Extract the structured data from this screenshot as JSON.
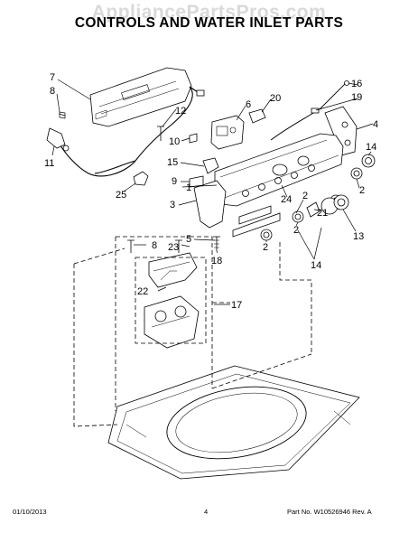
{
  "watermark": "AppliancePartsPros.com",
  "title": "CONTROLS AND WATER INLET PARTS",
  "callouts": [
    {
      "id": "c7",
      "label": "7"
    },
    {
      "id": "c8a",
      "label": "8"
    },
    {
      "id": "c12",
      "label": "12"
    },
    {
      "id": "c11",
      "label": "11"
    },
    {
      "id": "c25",
      "label": "25"
    },
    {
      "id": "c10",
      "label": "10"
    },
    {
      "id": "c6",
      "label": "6"
    },
    {
      "id": "c20",
      "label": "20"
    },
    {
      "id": "c16",
      "label": "16"
    },
    {
      "id": "c19",
      "label": "19"
    },
    {
      "id": "c4",
      "label": "4"
    },
    {
      "id": "c14a",
      "label": "14"
    },
    {
      "id": "c15",
      "label": "15"
    },
    {
      "id": "c9",
      "label": "9"
    },
    {
      "id": "c1",
      "label": "1"
    },
    {
      "id": "c3",
      "label": "3"
    },
    {
      "id": "c2a",
      "label": "2"
    },
    {
      "id": "c24",
      "label": "24"
    },
    {
      "id": "c21",
      "label": "21"
    },
    {
      "id": "c2b",
      "label": "2"
    },
    {
      "id": "c13",
      "label": "13"
    },
    {
      "id": "c5",
      "label": "5"
    },
    {
      "id": "c18",
      "label": "18"
    },
    {
      "id": "c8b",
      "label": "8"
    },
    {
      "id": "c23",
      "label": "23"
    },
    {
      "id": "c2c",
      "label": "2"
    },
    {
      "id": "c2d",
      "label": "2"
    },
    {
      "id": "c14b",
      "label": "14"
    },
    {
      "id": "c22",
      "label": "22"
    },
    {
      "id": "c17",
      "label": "17"
    }
  ],
  "footer": {
    "date": "01/10/2013",
    "page": "4",
    "part": "Part No.  W10526946  Rev.  A"
  }
}
